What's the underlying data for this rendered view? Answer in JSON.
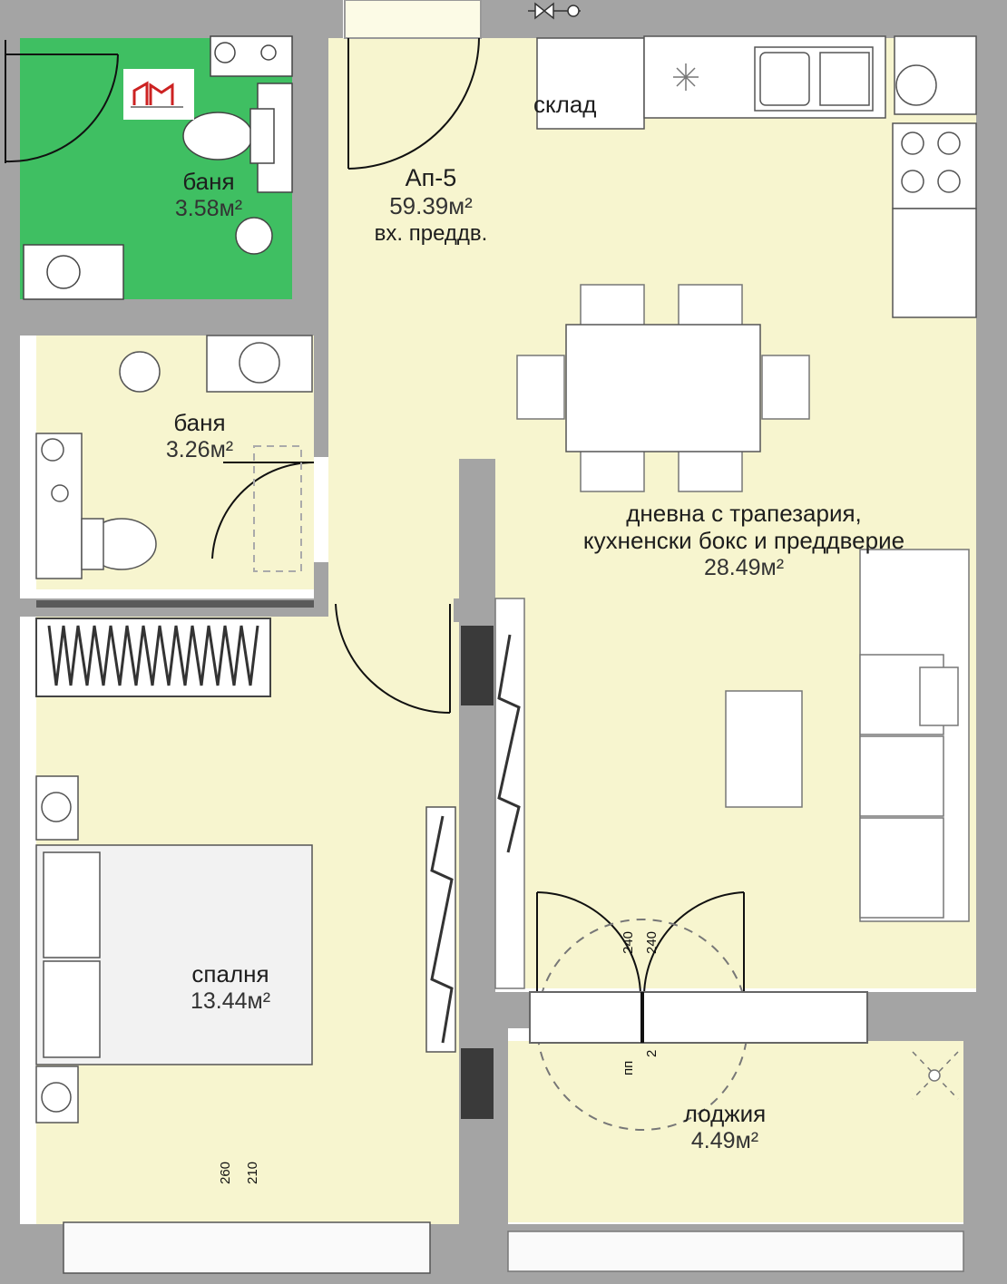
{
  "apartment": {
    "name": "Ап-5",
    "total_area": "59.39м²",
    "entrance_note": "вх. преддв."
  },
  "rooms": {
    "bath1": {
      "name": "баня",
      "area": "3.58м²"
    },
    "bath2": {
      "name": "баня",
      "area": "3.26м²"
    },
    "living": {
      "name_line1": "дневна с трапезария,",
      "name_line2": "кухненски бокс и преддверие",
      "area": "28.49м²"
    },
    "bedroom": {
      "name": "спалня",
      "area": "13.44м²"
    },
    "loggia": {
      "name": "лоджия",
      "area": "4.49м²"
    },
    "storage": {
      "name": "склад"
    }
  },
  "dimensions": {
    "door_left": "240",
    "door_right": "240",
    "window_sill": "пп",
    "window_sill_value": "2",
    "bed_left": "260",
    "bed_right": "210"
  },
  "colors": {
    "floor": "#f7f5cf",
    "bath_green": "#3fbf62",
    "wall": "#a4a4a4",
    "wall_dark": "#5a5a5a"
  }
}
